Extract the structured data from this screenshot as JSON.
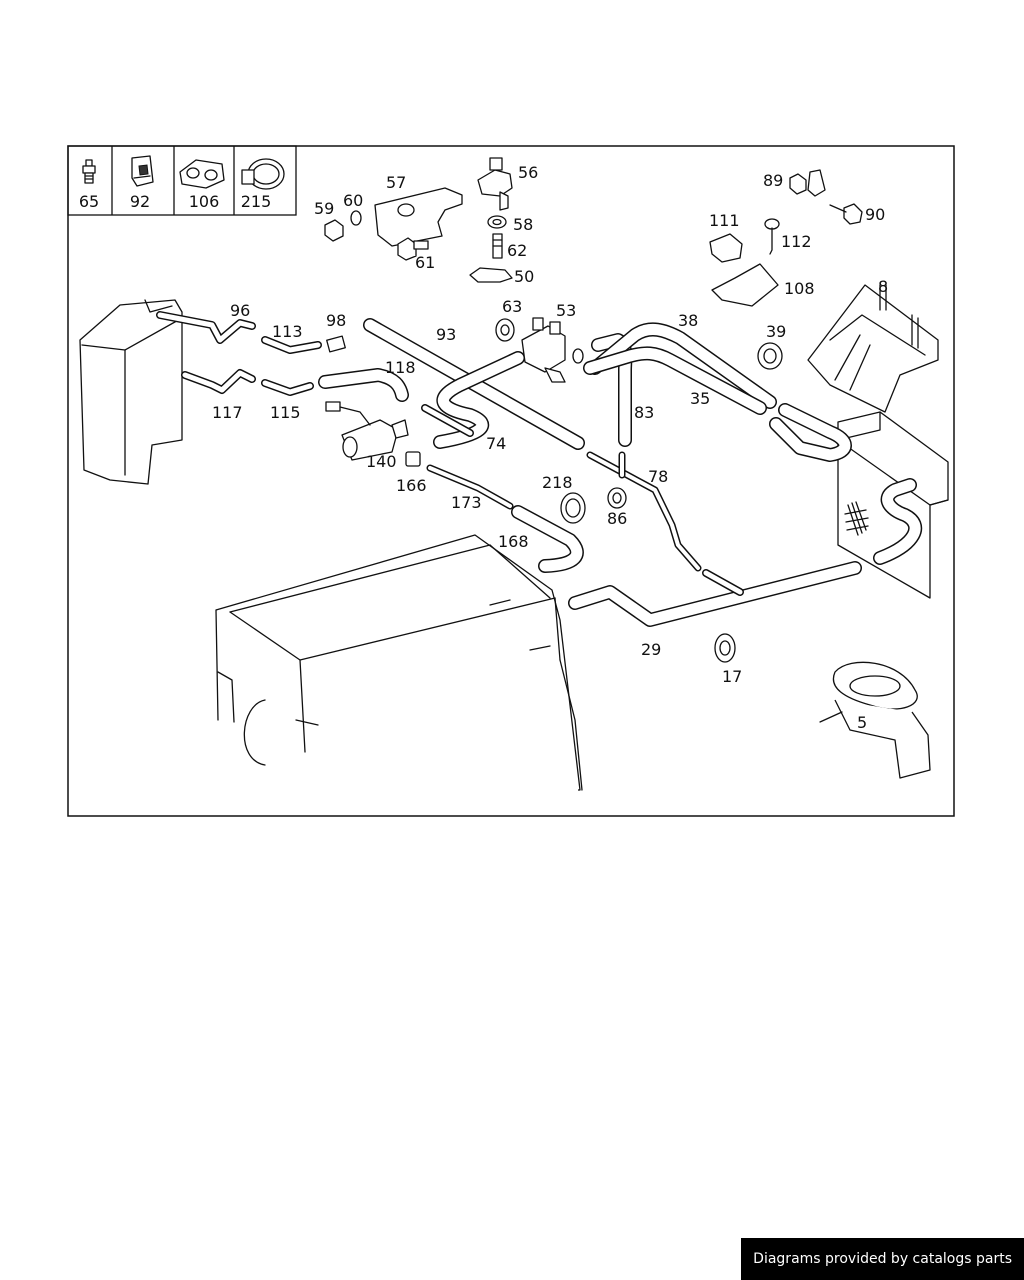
{
  "legend_parts": [
    {
      "label": "65",
      "icon": "grease-nipple-icon"
    },
    {
      "label": "92",
      "icon": "clip-icon"
    },
    {
      "label": "106",
      "icon": "double-clamp-icon"
    },
    {
      "label": "215",
      "icon": "hose-clamp-icon"
    }
  ],
  "callouts": [
    "5",
    "8",
    "17",
    "29",
    "35",
    "38",
    "39",
    "50",
    "53",
    "56",
    "57",
    "58",
    "59",
    "60",
    "61",
    "62",
    "63",
    "74",
    "78",
    "83",
    "86",
    "89",
    "90",
    "93",
    "96",
    "98",
    "108",
    "111",
    "112",
    "113",
    "115",
    "117",
    "118",
    "140",
    "166",
    "168",
    "173",
    "218"
  ],
  "credit": "Diagrams provided by catalogs parts"
}
